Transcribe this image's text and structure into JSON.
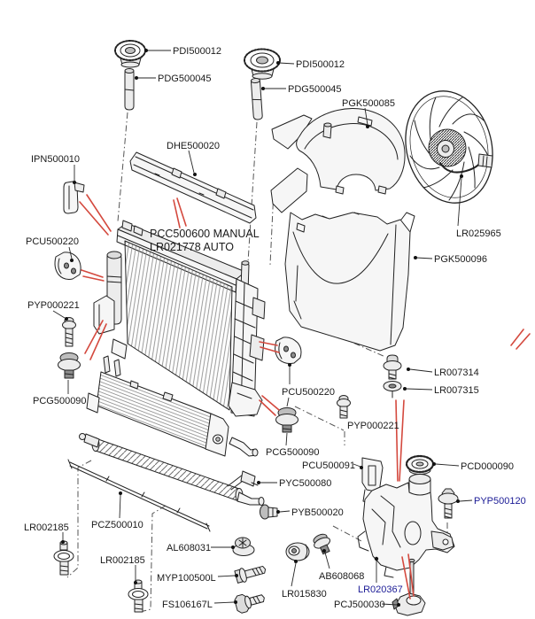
{
  "diagram": {
    "title": "Radiator and cooling fan exploded parts diagram",
    "colors": {
      "background": "#ffffff",
      "line_art": "#222222",
      "label_text": "#1a1a1a",
      "label_text_alt": "#1b1b96",
      "assembly_arrow_red": "#d4493e"
    },
    "labels": {
      "pdi_left": {
        "text": "PDI500012"
      },
      "pdg_left": {
        "text": "PDG500045"
      },
      "pdi_right": {
        "text": "PDI500012"
      },
      "pdg_right": {
        "text": "PDG500045"
      },
      "pgk500085": {
        "text": "PGK500085"
      },
      "ipn500010": {
        "text": "IPN500010"
      },
      "dhe500020": {
        "text": "DHE500020"
      },
      "pcc_manual": {
        "text": "PCC500600 MANUAL"
      },
      "lr021778_auto": {
        "text": "LR021778 AUTO"
      },
      "pcu500220_left": {
        "text": "PCU500220"
      },
      "pyp000221_left": {
        "text": "PYP000221"
      },
      "pcg500090_left": {
        "text": "PCG500090"
      },
      "lr025965": {
        "text": "LR025965"
      },
      "pgk500096": {
        "text": "PGK500096"
      },
      "lr007314": {
        "text": "LR007314"
      },
      "lr007315": {
        "text": "LR007315"
      },
      "pcu500220_center": {
        "text": "PCU500220"
      },
      "pcg500090_center": {
        "text": "PCG500090"
      },
      "pyp000221_center": {
        "text": "PYP000221"
      },
      "pcu500091": {
        "text": "PCU500091"
      },
      "pyc500080": {
        "text": "PYC500080"
      },
      "pyb500020": {
        "text": "PYB500020"
      },
      "pcd000090": {
        "text": "PCD000090"
      },
      "pyp500120": {
        "text": "PYP500120"
      },
      "lr002185_a": {
        "text": "LR002185"
      },
      "pcz500010": {
        "text": "PCZ500010"
      },
      "lr002185_b": {
        "text": "LR002185"
      },
      "al608031": {
        "text": "AL608031"
      },
      "myp100500l": {
        "text": "MYP100500L"
      },
      "fs106167l": {
        "text": "FS106167L"
      },
      "lr015830": {
        "text": "LR015830"
      },
      "ab608068": {
        "text": "AB608068"
      },
      "lr020367": {
        "text": "LR020367"
      },
      "pcj500030": {
        "text": "PCJ500030"
      }
    }
  }
}
